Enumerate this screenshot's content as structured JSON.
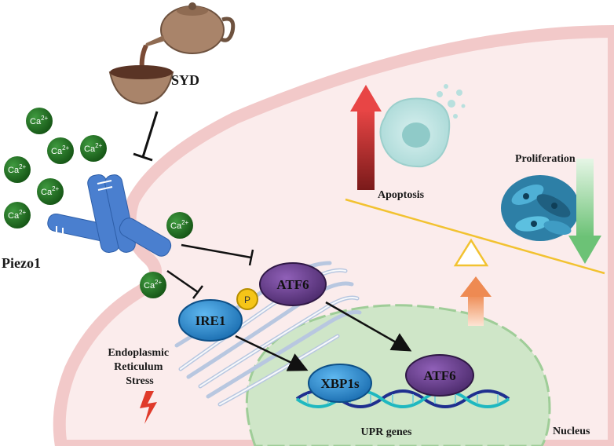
{
  "labels": {
    "syd": "SYD",
    "piezo1": "Piezo1",
    "apoptosis": "Apoptosis",
    "proliferation": "Proliferation",
    "er_line1": "Endoplasmic",
    "er_line2": "Reticulum",
    "er_line3": "Stress",
    "upr_genes": "UPR genes",
    "nucleus": "Nucleus"
  },
  "proteins": {
    "ire1": "IRE1",
    "atf6_er": "ATF6",
    "atf6_nuc": "ATF6",
    "xbp1s": "XBP1s",
    "phospho": "P"
  },
  "calcium": {
    "ion": "Ca",
    "charge": "2+"
  },
  "colors": {
    "cell_fill": "#fbecec",
    "membrane": "#f2c9c9",
    "nucleus_fill": "#cfe6c8",
    "ca_fill": "#1f6b1f",
    "receptor": "#4a7fcf",
    "ire1": "#2a8fd6",
    "atf6": "#6b3f8f",
    "xbp1s": "#2a8fd6",
    "phospho": "#f5c518",
    "balance": "#f2c230",
    "up_arrow": "#b52a2a",
    "down_arrow": "#7fcf86",
    "push_arrow": "#f0915a"
  }
}
